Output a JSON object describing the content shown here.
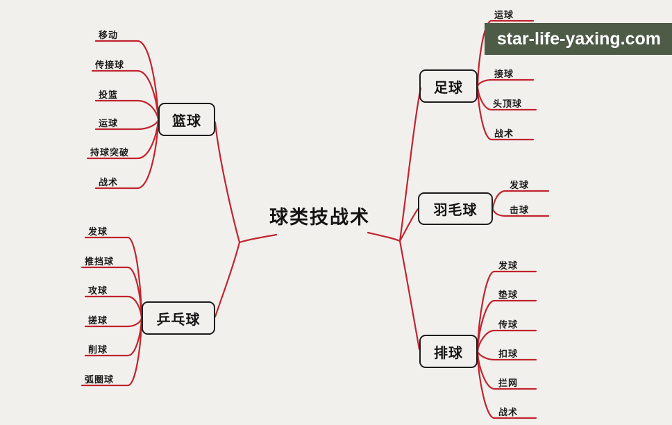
{
  "watermark": {
    "text": "star-life-yaxing.com",
    "bg_color": "#4e5b47",
    "text_color": "#ffffff"
  },
  "colors": {
    "connector_line": "#c0242f",
    "background": "#f2f0ec",
    "node_border": "#1c1c1c"
  },
  "mindmap": {
    "root": "球类技战术",
    "branches": [
      {
        "label": "篮球",
        "side": "left",
        "children": [
          "移动",
          "传接球",
          "投篮",
          "运球",
          "持球突破",
          "战术"
        ]
      },
      {
        "label": "乒乓球",
        "side": "left",
        "children": [
          "发球",
          "推挡球",
          "攻球",
          "搓球",
          "削球",
          "弧圈球"
        ]
      },
      {
        "label": "足球",
        "side": "right",
        "children": [
          "运球",
          "接球",
          "头顶球",
          "战术"
        ]
      },
      {
        "label": "羽毛球",
        "side": "right",
        "children": [
          "发球",
          "击球"
        ]
      },
      {
        "label": "排球",
        "side": "right",
        "children": [
          "发球",
          "垫球",
          "传球",
          "扣球",
          "拦网",
          "战术"
        ]
      }
    ]
  }
}
